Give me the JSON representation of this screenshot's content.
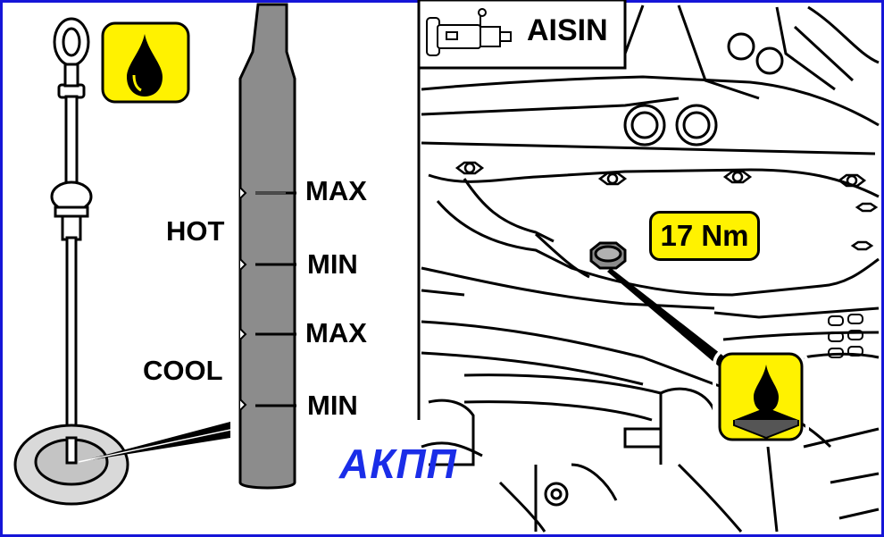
{
  "title": "АКПП",
  "transmission_brand": "AISIN",
  "torque_spec": "17 Nm",
  "dipstick": {
    "hot_label": "HOT",
    "cool_label": "COOL",
    "marks": [
      "MAX",
      "MIN",
      "MAX",
      "MIN"
    ]
  },
  "icons": [
    "oil-drop-icon",
    "oil-drain-plug-icon",
    "transmission-icon"
  ],
  "colors": {
    "frame": "#1515d8",
    "title": "#1a2de8",
    "badge": "#fff200"
  }
}
